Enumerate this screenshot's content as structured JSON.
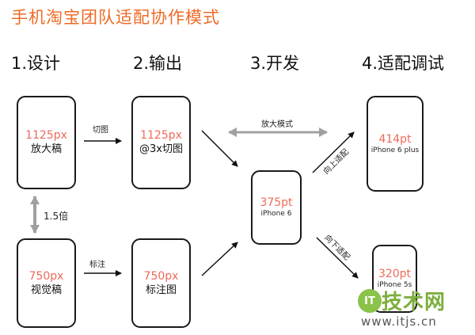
{
  "title": "手机淘宝团队适配协作模式",
  "steps": {
    "design": "1.设计",
    "output": "2.输出",
    "develop": "3.开发",
    "adapt": "4.适配调试"
  },
  "phones": {
    "design_top": {
      "size": "1125px",
      "label": "放大稿"
    },
    "design_bottom": {
      "size": "750px",
      "label": "视觉稿"
    },
    "output_top": {
      "size": "1125px",
      "label": "@3x切图"
    },
    "output_bottom": {
      "size": "750px",
      "label": "标注图"
    },
    "develop": {
      "size": "375pt",
      "label": "iPhone 6"
    },
    "adapt_top": {
      "size": "414pt",
      "label": "iPhone 6 plus"
    },
    "adapt_bottom": {
      "size": "320pt",
      "label": "iPhone 5s"
    }
  },
  "arrow_labels": {
    "slice": "切图",
    "mark": "标注",
    "scale": "1.5倍",
    "zoom_mode": "放大模式",
    "adapt_up": "向上适配",
    "adapt_down": "向下适配"
  },
  "watermark": {
    "logo": "IT",
    "name": "技术网",
    "url": "www.itjs.cn"
  },
  "colors": {
    "title": "#ee6a25",
    "size_text": "#ee6a5a",
    "gray_arrow": "#a0a0a0",
    "watermark": "#7cae3d"
  }
}
